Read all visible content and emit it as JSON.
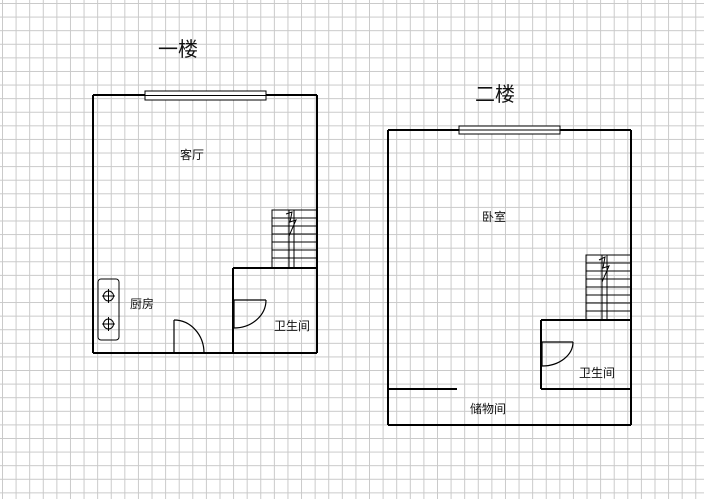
{
  "floors": [
    {
      "title": "一楼",
      "rooms": {
        "living": "客厅",
        "kitchen": "厨房",
        "bath": "卫生间"
      }
    },
    {
      "title": "二楼",
      "rooms": {
        "bedroom": "卧室",
        "bath": "卫生间",
        "storage": "储物间"
      }
    }
  ]
}
